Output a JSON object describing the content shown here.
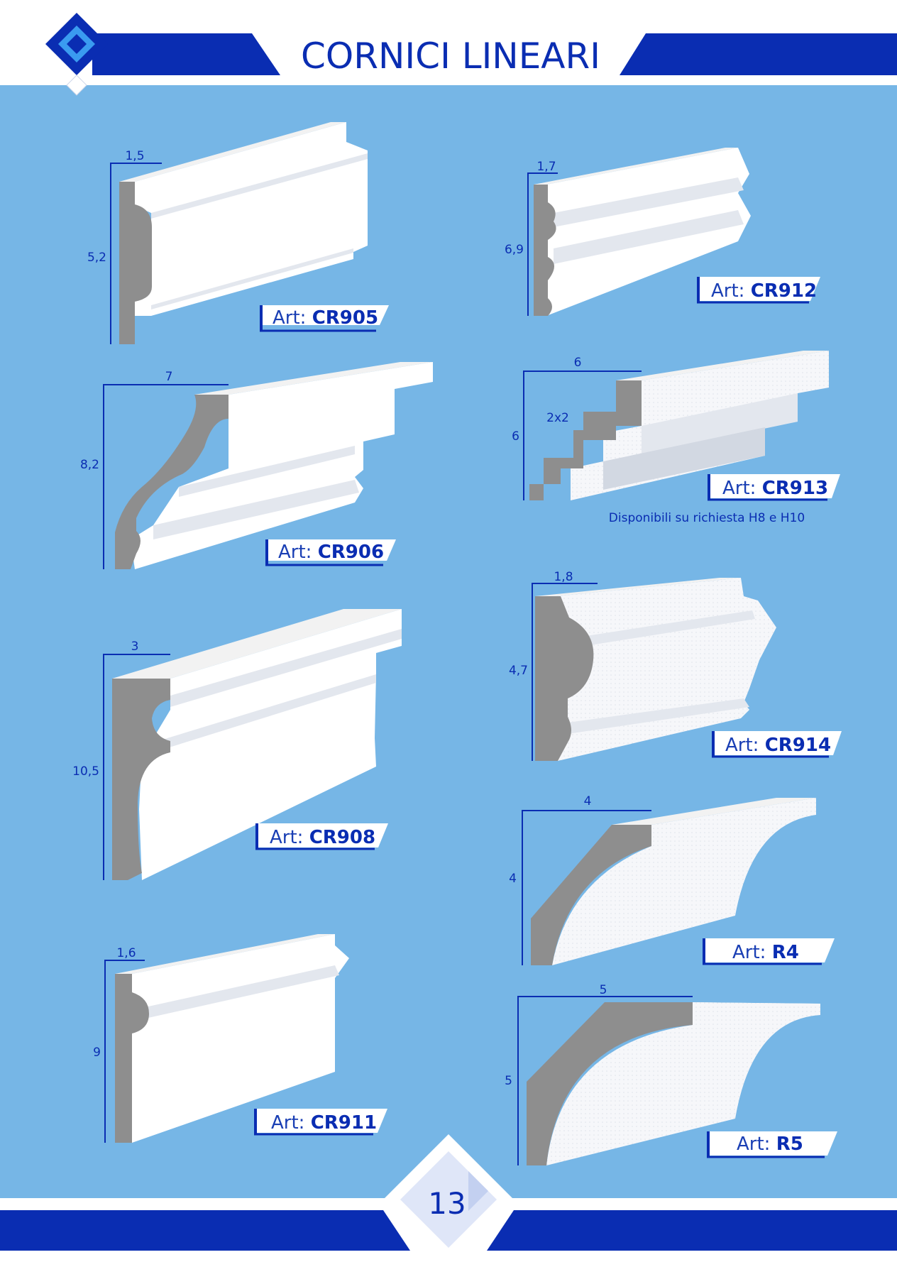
{
  "header": {
    "title": "CORNICI LINEARI"
  },
  "colors": {
    "brand_blue": "#0a2db2",
    "panel_blue": "#76b6e6"
  },
  "products": [
    {
      "label": "Art: ",
      "code": "CR905",
      "width": "1,5",
      "height": "5,2"
    },
    {
      "label": "Art: ",
      "code": "CR912",
      "width": "1,7",
      "height": "6,9"
    },
    {
      "label": "Art: ",
      "code": "CR906",
      "width": "7",
      "height": "8,2"
    },
    {
      "label": "Art: ",
      "code": "CR913",
      "width": "6",
      "height": "6",
      "step": "2x2",
      "note": "Disponibili su richiesta H8 e H10"
    },
    {
      "label": "Art: ",
      "code": "CR914",
      "width": "1,8",
      "height": "4,7"
    },
    {
      "label": "Art: ",
      "code": "CR908",
      "width": "3",
      "height": "10,5"
    },
    {
      "label": "Art: ",
      "code": "R4",
      "width": "4",
      "height": "4"
    },
    {
      "label": "Art: ",
      "code": "CR911",
      "width": "1,6",
      "height": "9"
    },
    {
      "label": "Art: ",
      "code": "R5",
      "width": "5",
      "height": "5"
    }
  ],
  "footer": {
    "page_number": "13"
  }
}
